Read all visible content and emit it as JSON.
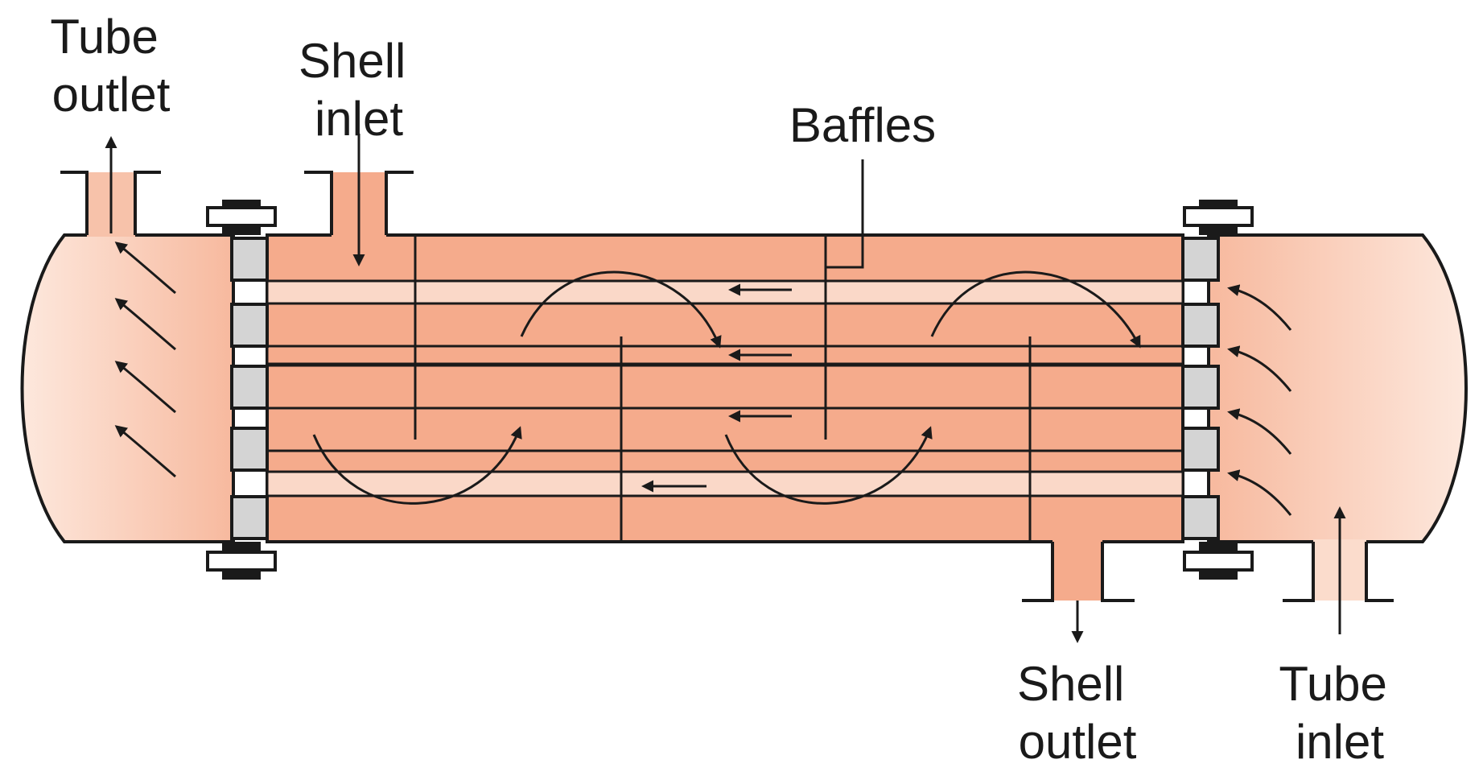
{
  "labels": {
    "tube_outlet": [
      "Tube",
      "outlet"
    ],
    "shell_inlet": [
      "Shell",
      "inlet"
    ],
    "baffles": "Baffles",
    "shell_outlet": [
      "Shell",
      "outlet"
    ],
    "tube_inlet": [
      "Tube",
      "inlet"
    ]
  },
  "colors": {
    "shell_fluid": "#f5ab8c",
    "tube_fluid": "#fad8c8",
    "header_gradient_start": "#f7b99e",
    "header_gradient_end": "#fde8dd",
    "tube_sheet": "#d4d4d4",
    "line": "#1a1a1a"
  }
}
